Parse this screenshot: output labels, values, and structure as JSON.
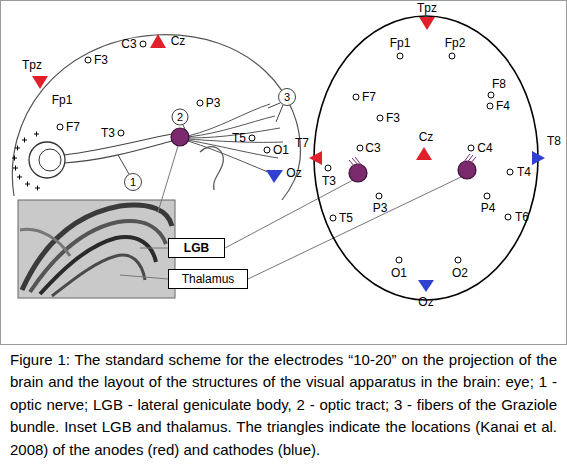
{
  "diagram": {
    "caption": "Figure 1: The standard scheme for the electrodes “10-20” on the projection of the brain and the layout of the structures of the visual apparatus in the brain: eye; 1 - optic nerve; LGB - lateral geniculate body, 2 - optic tract; 3 - fibers of the Graziole bundle. Inset LGB and thalamus. The triangles indicate the locations (Kanai et al. 2008) of the anodes (red) and cathodes (blue).",
    "nodes": [
      {
        "text": [
          "LGB"
        ]
      },
      {
        "text": [
          "Thalamus"
        ]
      }
    ],
    "labels": [
      "Cz",
      "C3",
      "F3",
      "Tpz",
      "Fp1",
      "P3",
      "F7",
      "T3",
      "T5",
      "O1",
      "Oz",
      "1",
      "2",
      "3",
      "Tpz",
      "Fp1",
      "Fp2",
      "F7",
      "F8",
      "F3",
      "F4",
      "Cz",
      "C3",
      "C4",
      "T7",
      "T8",
      "T3",
      "T4",
      "P3",
      "P4",
      "T5",
      "T6",
      "O1",
      "O2",
      "Oz"
    ]
  }
}
